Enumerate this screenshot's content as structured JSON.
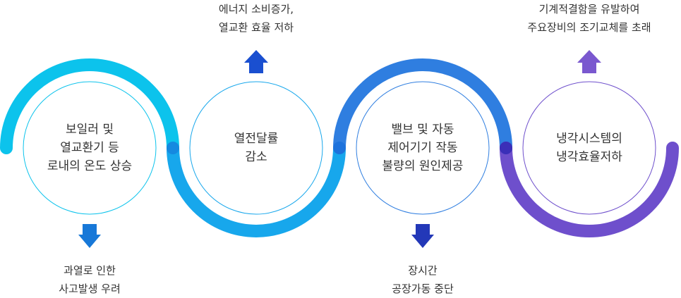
{
  "colors": {
    "stage1": "#0cc3ec",
    "stage2": "#17a7ec",
    "stage3": "#2f7ee0",
    "stage4": "#6e4fcc",
    "joint1": "#1589e0",
    "joint2": "#1d72dc",
    "joint3": "#3b2fb8",
    "arrow1": "#1778d8",
    "arrow2": "#1a4fd0",
    "arrow3": "#2338b8",
    "arrow4": "#7a58cf"
  },
  "steps": [
    {
      "circle_lines": [
        "보일러 및",
        "열교환기 등",
        "로내의 온도 상승"
      ],
      "arrow": "arrow-down-icon",
      "note_lines": [
        "과열로 인한",
        "사고발생 우려"
      ]
    },
    {
      "circle_lines": [
        "열전달률",
        "감소"
      ],
      "arrow": "arrow-up-icon",
      "note_lines": [
        "에너지 소비증가,",
        "열교환 효율 저하"
      ]
    },
    {
      "circle_lines": [
        "밸브 및 자동",
        "제어기기 작동",
        "불량의 원인제공"
      ],
      "arrow": "arrow-down-icon",
      "note_lines": [
        "장시간",
        "공장가동 중단"
      ]
    },
    {
      "circle_lines": [
        "냉각시스템의",
        "냉각효율저하"
      ],
      "arrow": "arrow-up-icon",
      "note_lines": [
        "기계적결함을 유발하여",
        "주요장비의 조기교체를 초래"
      ]
    }
  ]
}
